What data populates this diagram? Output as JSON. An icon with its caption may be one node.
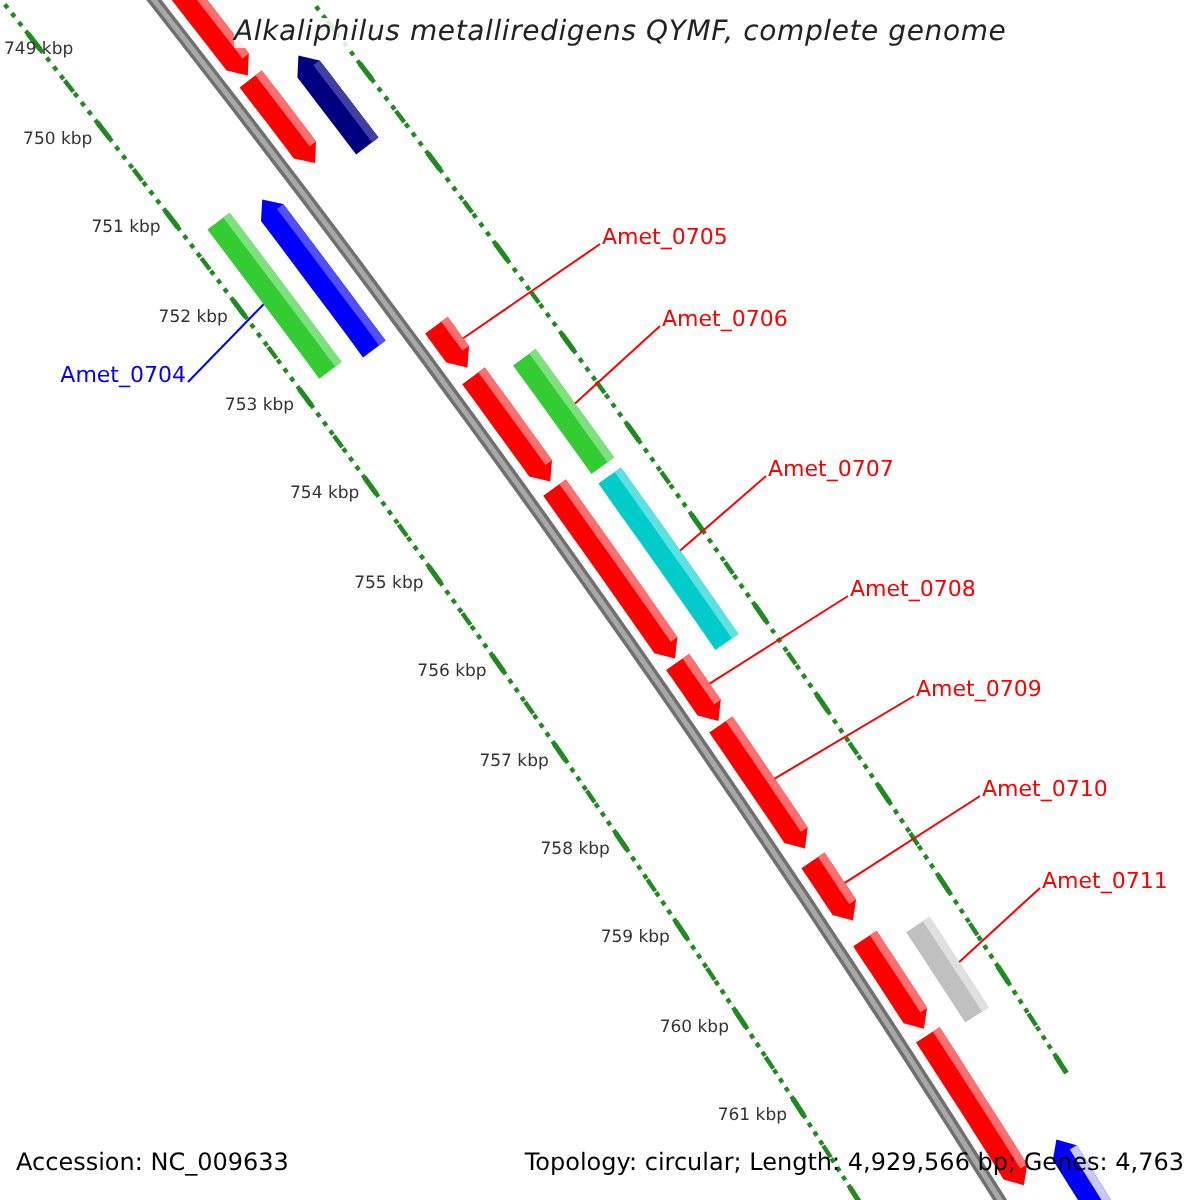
{
  "diagram": {
    "title": "Alkaliphilus metalliredigens QYMF, complete genome",
    "nodes": [
      {
        "text": [
          "Amet_0704"
        ]
      },
      {
        "text": [
          "Amet_0705"
        ]
      },
      {
        "text": [
          "Amet_0706"
        ]
      },
      {
        "text": [
          "Amet_0707"
        ]
      },
      {
        "text": [
          "Amet_0708"
        ]
      },
      {
        "text": [
          "Amet_0709"
        ]
      },
      {
        "text": [
          "Amet_0710"
        ]
      },
      {
        "text": [
          "Amet_0711"
        ]
      },
      {
        "text": [],
        "shape": "bar"
      },
      {
        "text": [],
        "shape": "bar"
      },
      {
        "text": [],
        "shape": "bar"
      },
      {
        "text": [],
        "shape": "bar"
      },
      {
        "text": [],
        "shape": "bar"
      },
      {
        "text": [],
        "shape": "bar"
      },
      {
        "text": [],
        "shape": "bar"
      },
      {
        "text": [],
        "shape": "bar"
      },
      {
        "text": [],
        "shape": "bar"
      },
      {
        "text": [],
        "shape": "bar"
      },
      {
        "text": [],
        "shape": "bar"
      },
      {
        "text": [],
        "shape": "bar"
      },
      {
        "text": [],
        "shape": "bar"
      },
      {
        "text": [],
        "shape": "bar"
      },
      {
        "text": [],
        "shape": "bar"
      },
      {
        "text": [],
        "shape": "bar"
      },
      {
        "text": [],
        "shape": "bar"
      }
    ],
    "edges": [
      {
        "from": 0,
        "to": 12,
        "arrow": "none",
        "color": "#0000ff"
      },
      {
        "from": 1,
        "to": 13,
        "arrow": "none"
      },
      {
        "from": 2,
        "to": 14,
        "arrow": "none"
      },
      {
        "from": 3,
        "to": 16,
        "arrow": "none"
      },
      {
        "from": 4,
        "to": 18,
        "arrow": "none"
      },
      {
        "from": 5,
        "to": 19,
        "arrow": "none"
      },
      {
        "from": 6,
        "to": 20,
        "arrow": "none"
      },
      {
        "from": 7,
        "to": 21,
        "arrow": "none"
      }
    ],
    "labels": [
      "749 kbp",
      "750 kbp",
      "751 kbp",
      "752 kbp",
      "753 kbp",
      "754 kbp",
      "755 kbp",
      "756 kbp",
      "757 kbp",
      "758 kbp",
      "759 kbp",
      "760 kbp",
      "761 kbp",
      "Accession: NC_009633",
      "Topology: circular; Length: 4,929,566 bp; Genes: 4,763"
    ]
  }
}
